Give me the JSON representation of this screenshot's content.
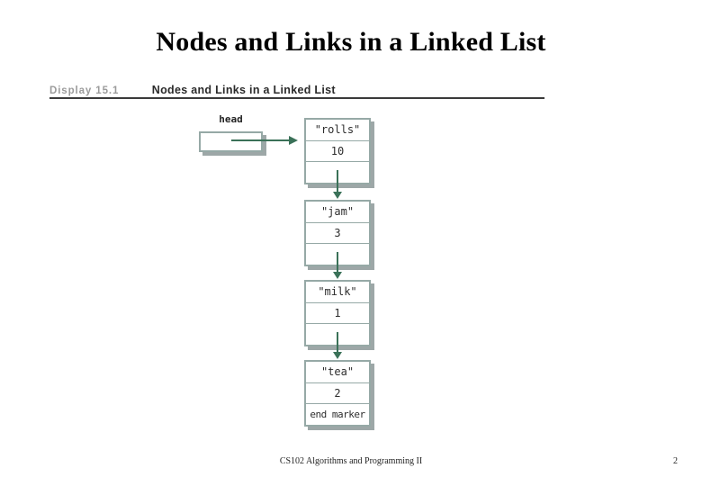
{
  "slide": {
    "title": "Nodes and Links in a Linked List",
    "footer_course": "CS102 Algorithms and Programming II",
    "footer_page": "2"
  },
  "figure": {
    "display_label": "Display 15.1",
    "caption": "Nodes and Links in a Linked List",
    "head_label": "head",
    "end_marker_label": "end marker",
    "nodes": [
      {
        "value": "\"rolls\"",
        "count": "10"
      },
      {
        "value": "\"jam\"",
        "count": "3"
      },
      {
        "value": "\"milk\"",
        "count": "1"
      },
      {
        "value": "\"tea\"",
        "count": "2"
      }
    ],
    "colors": {
      "box_border": "#96a9a6",
      "box_shadow": "#9da7a7",
      "arrow": "#3a7158",
      "display_label": "#9b9b9b",
      "caption_text": "#2b2b2b"
    }
  }
}
